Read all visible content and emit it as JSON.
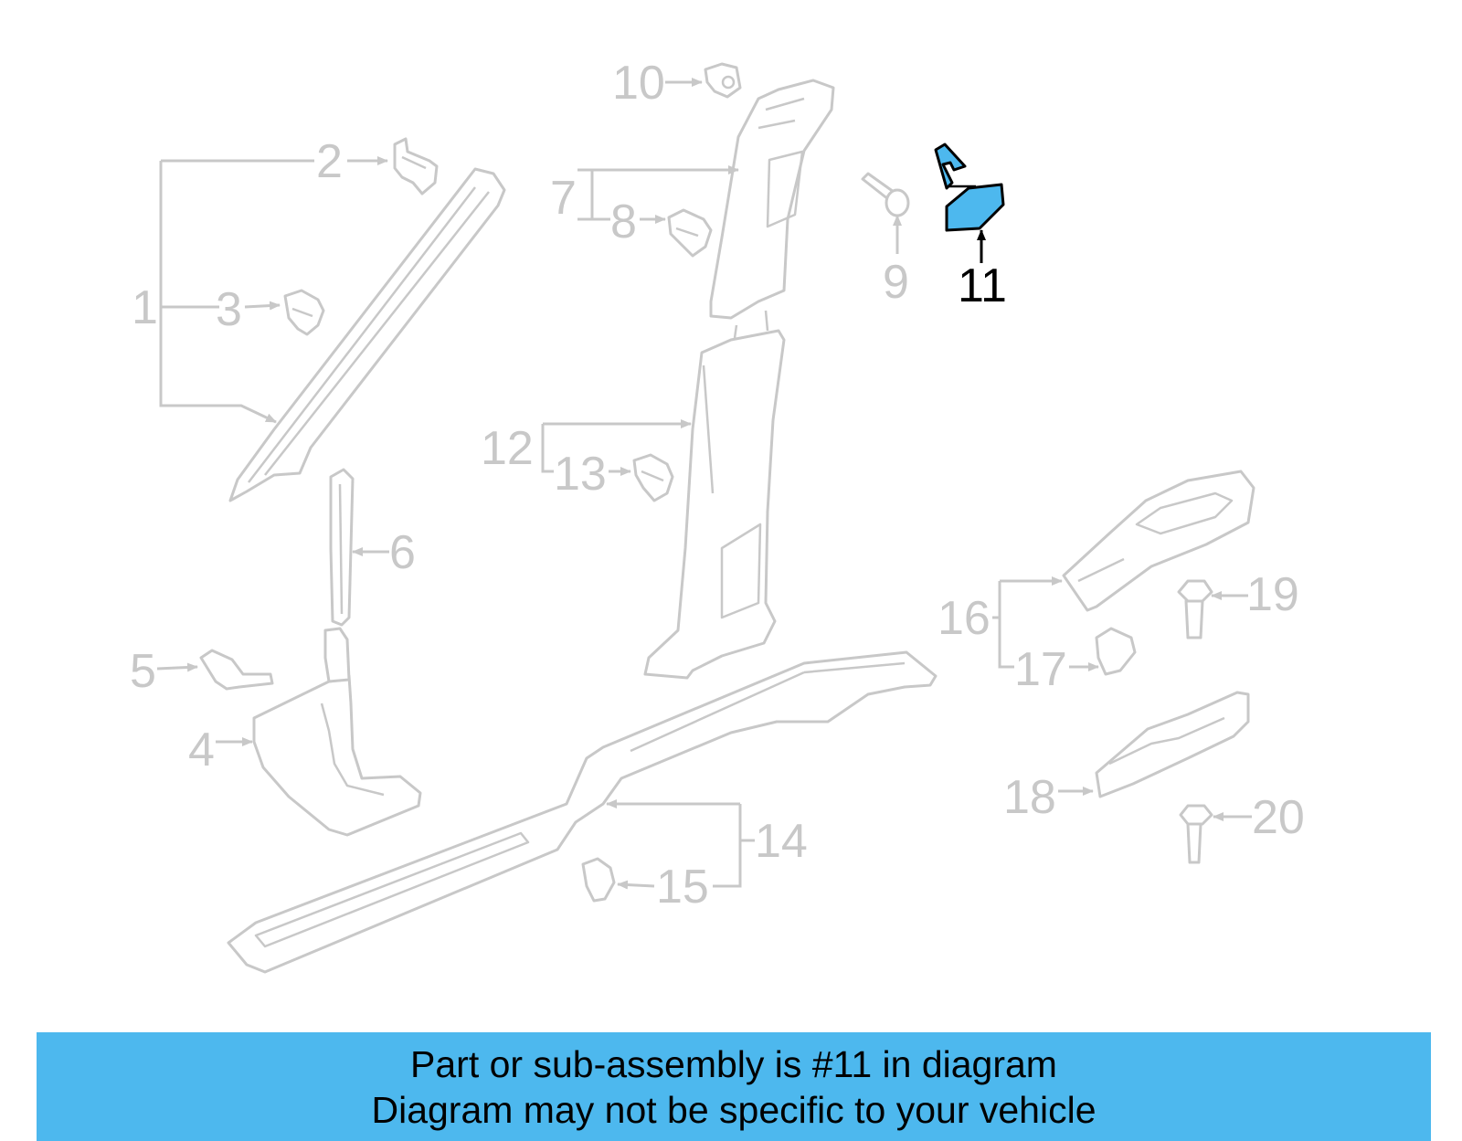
{
  "callouts": {
    "c1": "1",
    "c2": "2",
    "c3": "3",
    "c4": "4",
    "c5": "5",
    "c6": "6",
    "c7": "7",
    "c8": "8",
    "c9": "9",
    "c10": "10",
    "c11": "11",
    "c12": "12",
    "c13": "13",
    "c14": "14",
    "c15": "15",
    "c16": "16",
    "c17": "17",
    "c18": "18",
    "c19": "19",
    "c20": "20"
  },
  "highlighted_part": "11",
  "colors": {
    "highlight_fill": "#4db8ee",
    "banner_background": "#4db8ee",
    "inactive_line": "#c8c8c8",
    "active_line": "#000000"
  },
  "banner": {
    "line1": "Part or sub-assembly is #11 in diagram",
    "line2": "Diagram may not be specific to your vehicle"
  }
}
